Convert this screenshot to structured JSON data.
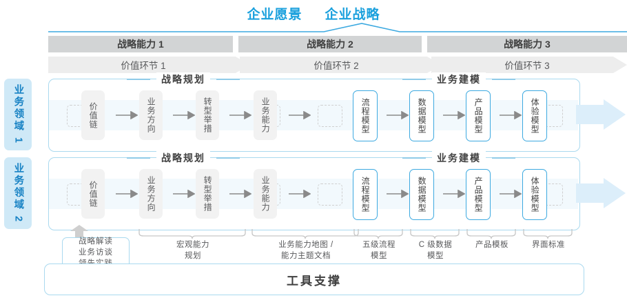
{
  "header": {
    "titles": [
      "企业愿景",
      "企业战略"
    ],
    "accent": "#1aa0dd"
  },
  "capability_bars": [
    {
      "label": "战略能力 1"
    },
    {
      "label": "战略能力 2"
    },
    {
      "label": "战略能力 3"
    }
  ],
  "value_bars": [
    {
      "label": "价值环节 1"
    },
    {
      "label": "价值环节 2"
    },
    {
      "label": "价值环节 3"
    }
  ],
  "domains": [
    {
      "side_label": "业务领域 1",
      "sections": [
        {
          "title": "战略规划",
          "nodes": [
            "价值链",
            "业务方向",
            "转型举措",
            "业务能力"
          ]
        },
        {
          "title": "业务建模",
          "nodes": [
            "流程模型",
            "数据模型",
            "产品模型",
            "体验模型"
          ]
        }
      ]
    },
    {
      "side_label": "业务领域 2",
      "sections": [
        {
          "title": "战略规划",
          "nodes": [
            "价值链",
            "业务方向",
            "转型举措",
            "业务能力"
          ]
        },
        {
          "title": "业务建模",
          "nodes": [
            "流程模型",
            "数据模型",
            "产品模型",
            "体验模型"
          ]
        }
      ]
    }
  ],
  "tool_callouts": [
    {
      "kind": "box",
      "lines": [
        "战略解读",
        "业务访谈",
        "领先实践"
      ]
    },
    {
      "kind": "label",
      "lines": [
        "宏观能力",
        "规划"
      ]
    },
    {
      "kind": "label",
      "lines": [
        "业务能力地图 /",
        "能力主题文档"
      ]
    },
    {
      "kind": "label",
      "lines": [
        "五级流程",
        "模型"
      ]
    },
    {
      "kind": "label",
      "lines": [
        "C 级数据",
        "模型"
      ]
    },
    {
      "kind": "label",
      "lines": [
        "产品模板"
      ]
    },
    {
      "kind": "label",
      "lines": [
        "界面标准"
      ]
    }
  ],
  "tool_support": {
    "label": "工具支撑"
  },
  "colors": {
    "accent_blue": "#1aa0dd",
    "bar_gray": "#d2d4d5",
    "bar_light": "#ededed",
    "side_bg": "#cfe9f7",
    "band": "#f2f9fd"
  }
}
